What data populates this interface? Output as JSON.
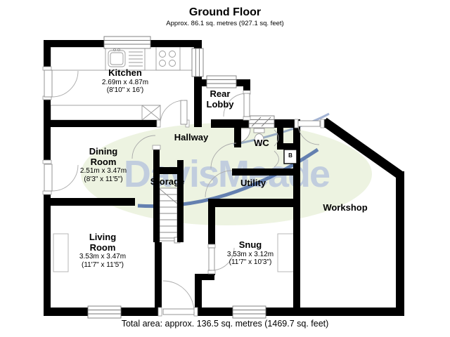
{
  "header": {
    "title": "Ground Floor",
    "subtitle": "Approx. 86.1 sq. metres (927.1 sq. feet)"
  },
  "footer": {
    "total_area": "Total area: approx. 136.5 sq. metres (1469.7 sq. feet)"
  },
  "watermark": {
    "text": "DavisMeade",
    "ellipse_color": "#edf3e1",
    "text_color": "#b7c4de",
    "swoosh_color": "#35599f"
  },
  "colors": {
    "wall": "#000000",
    "fixture_line": "#8a8a8a"
  },
  "rooms": {
    "kitchen": {
      "name": "Kitchen",
      "metric": "2.69m x 4.87m",
      "imperial": "(8'10\" x 16')"
    },
    "rear_lobby": {
      "name": "Rear\nLobby"
    },
    "hallway": {
      "name": "Hallway"
    },
    "wc": {
      "name": "WC"
    },
    "dining": {
      "name": "Dining\nRoom",
      "metric": "2.51m x 3.47m",
      "imperial": "(8'3\" x 11'5\")"
    },
    "storage": {
      "name": "Storage"
    },
    "utility": {
      "name": "Utility"
    },
    "workshop": {
      "name": "Workshop"
    },
    "living": {
      "name": "Living\nRoom",
      "metric": "3.53m x 3.47m",
      "imperial": "(11'7\" x 11'5\")"
    },
    "snug": {
      "name": "Snug",
      "metric": "3.53m x 3.12m",
      "imperial": "(11'7\" x 10'3\")"
    }
  },
  "labels": {
    "boiler": "B"
  }
}
